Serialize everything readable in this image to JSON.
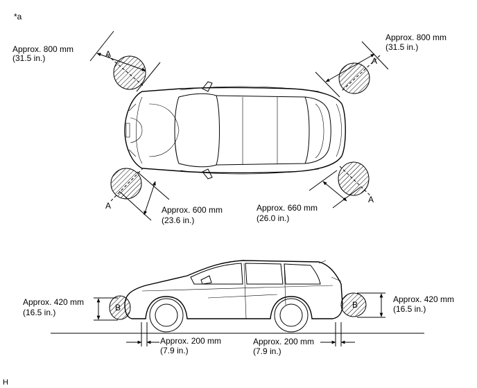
{
  "figure_tag": "*a",
  "corner_mark": "H",
  "labels": {
    "front_left_top": {
      "line1": "Approx. 800 mm",
      "line2": "(31.5 in.)"
    },
    "rear_left_top": {
      "line1": "Approx. 800 mm",
      "line2": "(31.5 in.)"
    },
    "front_right_bottom": {
      "line1": "Approx. 600 mm",
      "line2": "(23.6 in.)"
    },
    "rear_right_bottom": {
      "line1": "Approx. 660 mm",
      "line2": "(26.0 in.)"
    },
    "side_front_height": {
      "line1": "Approx. 420 mm",
      "line2": "(16.5 in.)"
    },
    "side_rear_height": {
      "line1": "Approx. 420 mm",
      "line2": "(16.5 in.)"
    },
    "side_front_offset": {
      "line1": "Approx. 200 mm",
      "line2": "(7.9 in.)"
    },
    "side_rear_offset": {
      "line1": "Approx. 200 mm",
      "line2": "(7.9 in.)"
    }
  },
  "markers": {
    "a": "A",
    "b": "B"
  }
}
